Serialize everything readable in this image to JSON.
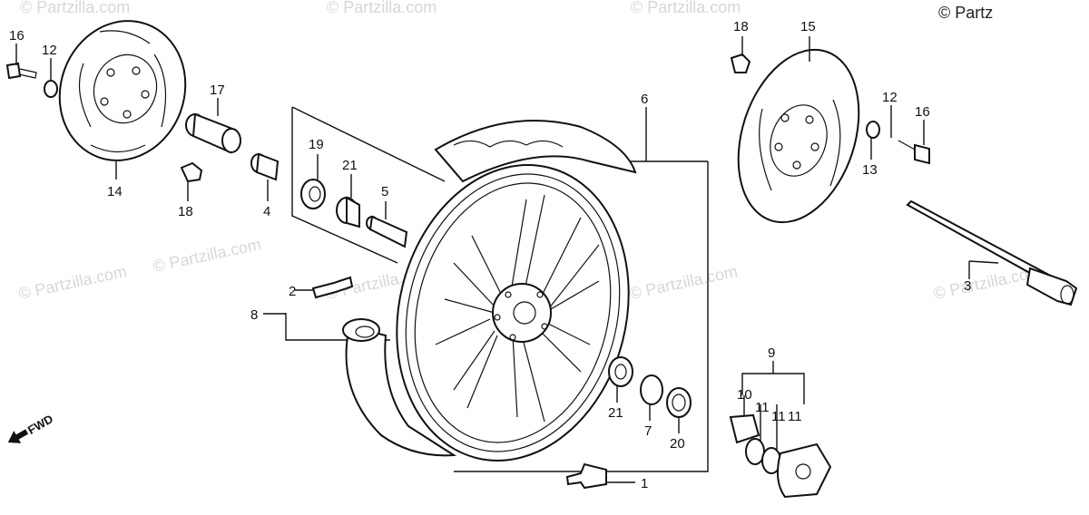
{
  "copyright": "© Partz",
  "watermarks": [
    "© Partzilla.com",
    "© Partzilla.com",
    "© Partzilla.com",
    "© Partzilla.com",
    "© Partzilla.com",
    "© Partzilla.com",
    "© Partzilla.com",
    "© Partzilla.com"
  ],
  "direction_label": "FWD",
  "callouts": [
    "16",
    "12",
    "17",
    "14",
    "18",
    "4",
    "19",
    "21",
    "5",
    "6",
    "18",
    "15",
    "12",
    "16",
    "13",
    "3",
    "2",
    "8",
    "9",
    "10",
    "11",
    "11",
    "11",
    "21",
    "7",
    "20",
    "1"
  ]
}
